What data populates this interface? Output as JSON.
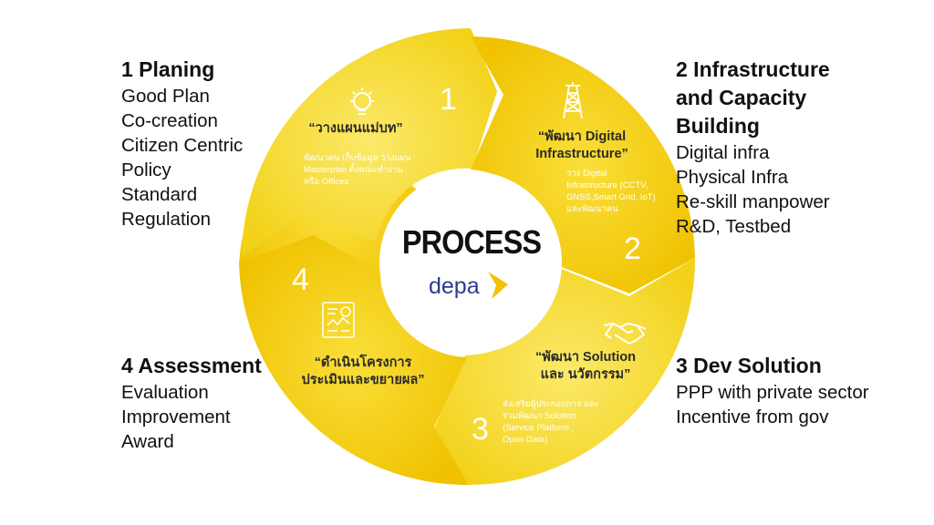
{
  "center": {
    "title": "PROCESS",
    "logo": "depa"
  },
  "colors": {
    "segment_light": "#f7e03c",
    "segment_dark": "#f1c400",
    "text_dark": "#111111",
    "logo_blue": "#2a3d8f",
    "logo_arrow": "#f2c100"
  },
  "segments": [
    {
      "number": "1",
      "title_lines": [
        "“วางแผนแม่บท”"
      ],
      "desc_lines": [
        "พัฒนาคน เก็บข้อมูล วางแผน",
        "Masterplan ตั้งคณะทำงาน",
        "หรือ Offices"
      ],
      "icon": "lightbulb-icon"
    },
    {
      "number": "2",
      "title_lines": [
        "“พัฒนา Digital",
        "Infrastructure”"
      ],
      "desc_lines": [
        "วาง Digital",
        "Infrastructure (CCTV,",
        "GNSS,Smart Grid, IoT)",
        "และพัฒนาคน"
      ],
      "icon": "tower-icon"
    },
    {
      "number": "3",
      "title_lines": [
        "“พัฒนา Solution",
        "และ นวัตกรรม”"
      ],
      "desc_lines": [
        "ส่งเสริมผู้ประกอบการ และ",
        "ร่วมพัฒนา Solution",
        "(Service Platform ,",
        "Open Data)"
      ],
      "icon": "handshake-icon"
    },
    {
      "number": "4",
      "title_lines": [
        "“ดำเนินโครงการ",
        "ประเมินและขยายผล”"
      ],
      "desc_lines": [],
      "icon": "document-icon"
    }
  ],
  "sides": [
    {
      "title_lines": [
        "1 Planing"
      ],
      "items": [
        "Good Plan",
        "Co-creation",
        "Citizen Centric",
        "Policy",
        "Standard",
        "Regulation"
      ]
    },
    {
      "title_lines": [
        "2 Infrastructure",
        "and Capacity",
        "Building"
      ],
      "items": [
        "Digital infra",
        "Physical Infra",
        "Re-skill manpower",
        "R&D, Testbed"
      ]
    },
    {
      "title_lines": [
        "3 Dev Solution"
      ],
      "items": [
        "PPP with private sector",
        "Incentive from gov"
      ]
    },
    {
      "title_lines": [
        "4 Assessment"
      ],
      "items": [
        "Evaluation",
        "Improvement",
        "Award"
      ]
    }
  ]
}
